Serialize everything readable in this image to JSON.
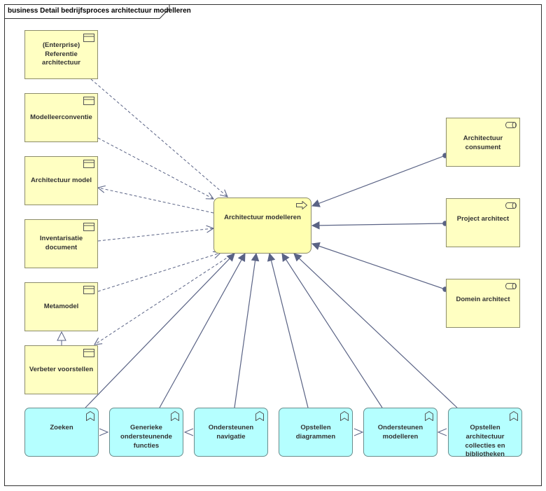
{
  "frame": {
    "title": "business Detail bedrijfsproces architectuur modelleren"
  },
  "objects": [
    {
      "id": "ref",
      "label": "(Enterprise) Referentie architectuur"
    },
    {
      "id": "conv",
      "label": "Modelleerconventie"
    },
    {
      "id": "model",
      "label": "Architectuur model"
    },
    {
      "id": "inv",
      "label": "Inventarisatie document"
    },
    {
      "id": "meta",
      "label": "Metamodel"
    },
    {
      "id": "verb",
      "label": "Verbeter voorstellen"
    }
  ],
  "process": {
    "id": "proc",
    "label": "Architectuur modelleren"
  },
  "roles": [
    {
      "id": "cons",
      "label": "Architectuur consument"
    },
    {
      "id": "proj",
      "label": "Project architect"
    },
    {
      "id": "dom",
      "label": "Domein architect"
    }
  ],
  "functions": [
    {
      "id": "f1",
      "label": "Zoeken"
    },
    {
      "id": "f2",
      "label": "Generieke ondersteunende functies"
    },
    {
      "id": "f3",
      "label": "Ondersteunen navigatie"
    },
    {
      "id": "f4",
      "label": "Opstellen diagrammen"
    },
    {
      "id": "f5",
      "label": "Ondersteunen modelleren"
    },
    {
      "id": "f6",
      "label": "Opstellen architectuur collecties en bibliotheken"
    }
  ],
  "colors": {
    "object_fill": "#ffffc2",
    "process_fill": "#ffffb0",
    "function_fill": "#b5ffff",
    "edge_solid": "#5a6385",
    "edge_dashed": "#5a6385"
  },
  "icons": {
    "object": "business-object-icon",
    "role": "business-role-icon",
    "process": "process-arrow-icon",
    "function": "business-function-icon"
  }
}
